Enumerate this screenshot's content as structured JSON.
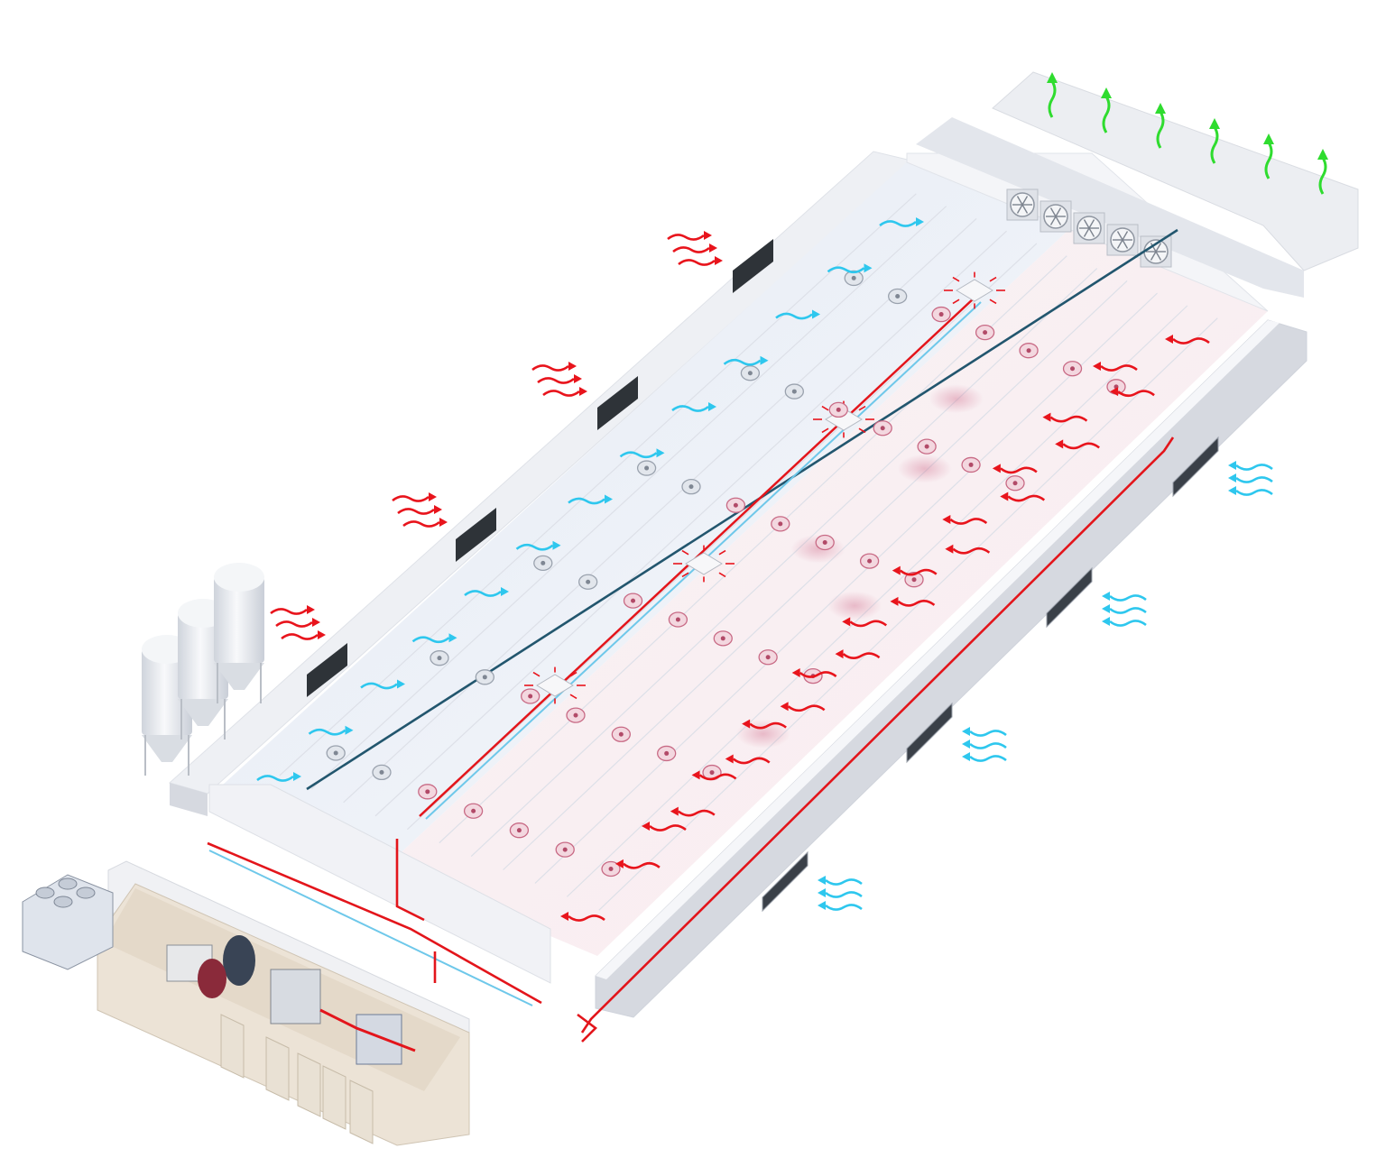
{
  "scene": {
    "background": "#ffffff",
    "colors": {
      "warm_air": "#e8141c",
      "cool_air": "#2ec7ee",
      "exhaust": "#2fdc2f",
      "hot_pipe": "#e3151b",
      "cold_pipe": "#6ec8ea",
      "diagonal_duct": "#22566e",
      "wall": "#eef0f4",
      "wall_shadow": "#d6d9e0",
      "floor_left": "#e6ecf5",
      "floor_right": "#fbecef",
      "machine_room": "#ece3d6",
      "silo": "#e9ecf1"
    },
    "components": {
      "silo_count": 3,
      "exhaust_fan_count": 5,
      "side_inlet_count": 4,
      "top_vent_count": 5,
      "ceiling_diffuser_count": 4,
      "exhaust_stack_count": 6
    },
    "icons": [
      "silo-icon",
      "exhaust-fan-icon",
      "ceiling-diffuser-icon",
      "air-inlet-icon",
      "heat-pump-unit-icon",
      "boiler-tank-icon",
      "control-cabinet-icon",
      "manifold-icon",
      "warm-air-arrow-icon",
      "cool-air-arrow-icon",
      "exhaust-arrow-icon",
      "circulation-fan-icon"
    ]
  }
}
